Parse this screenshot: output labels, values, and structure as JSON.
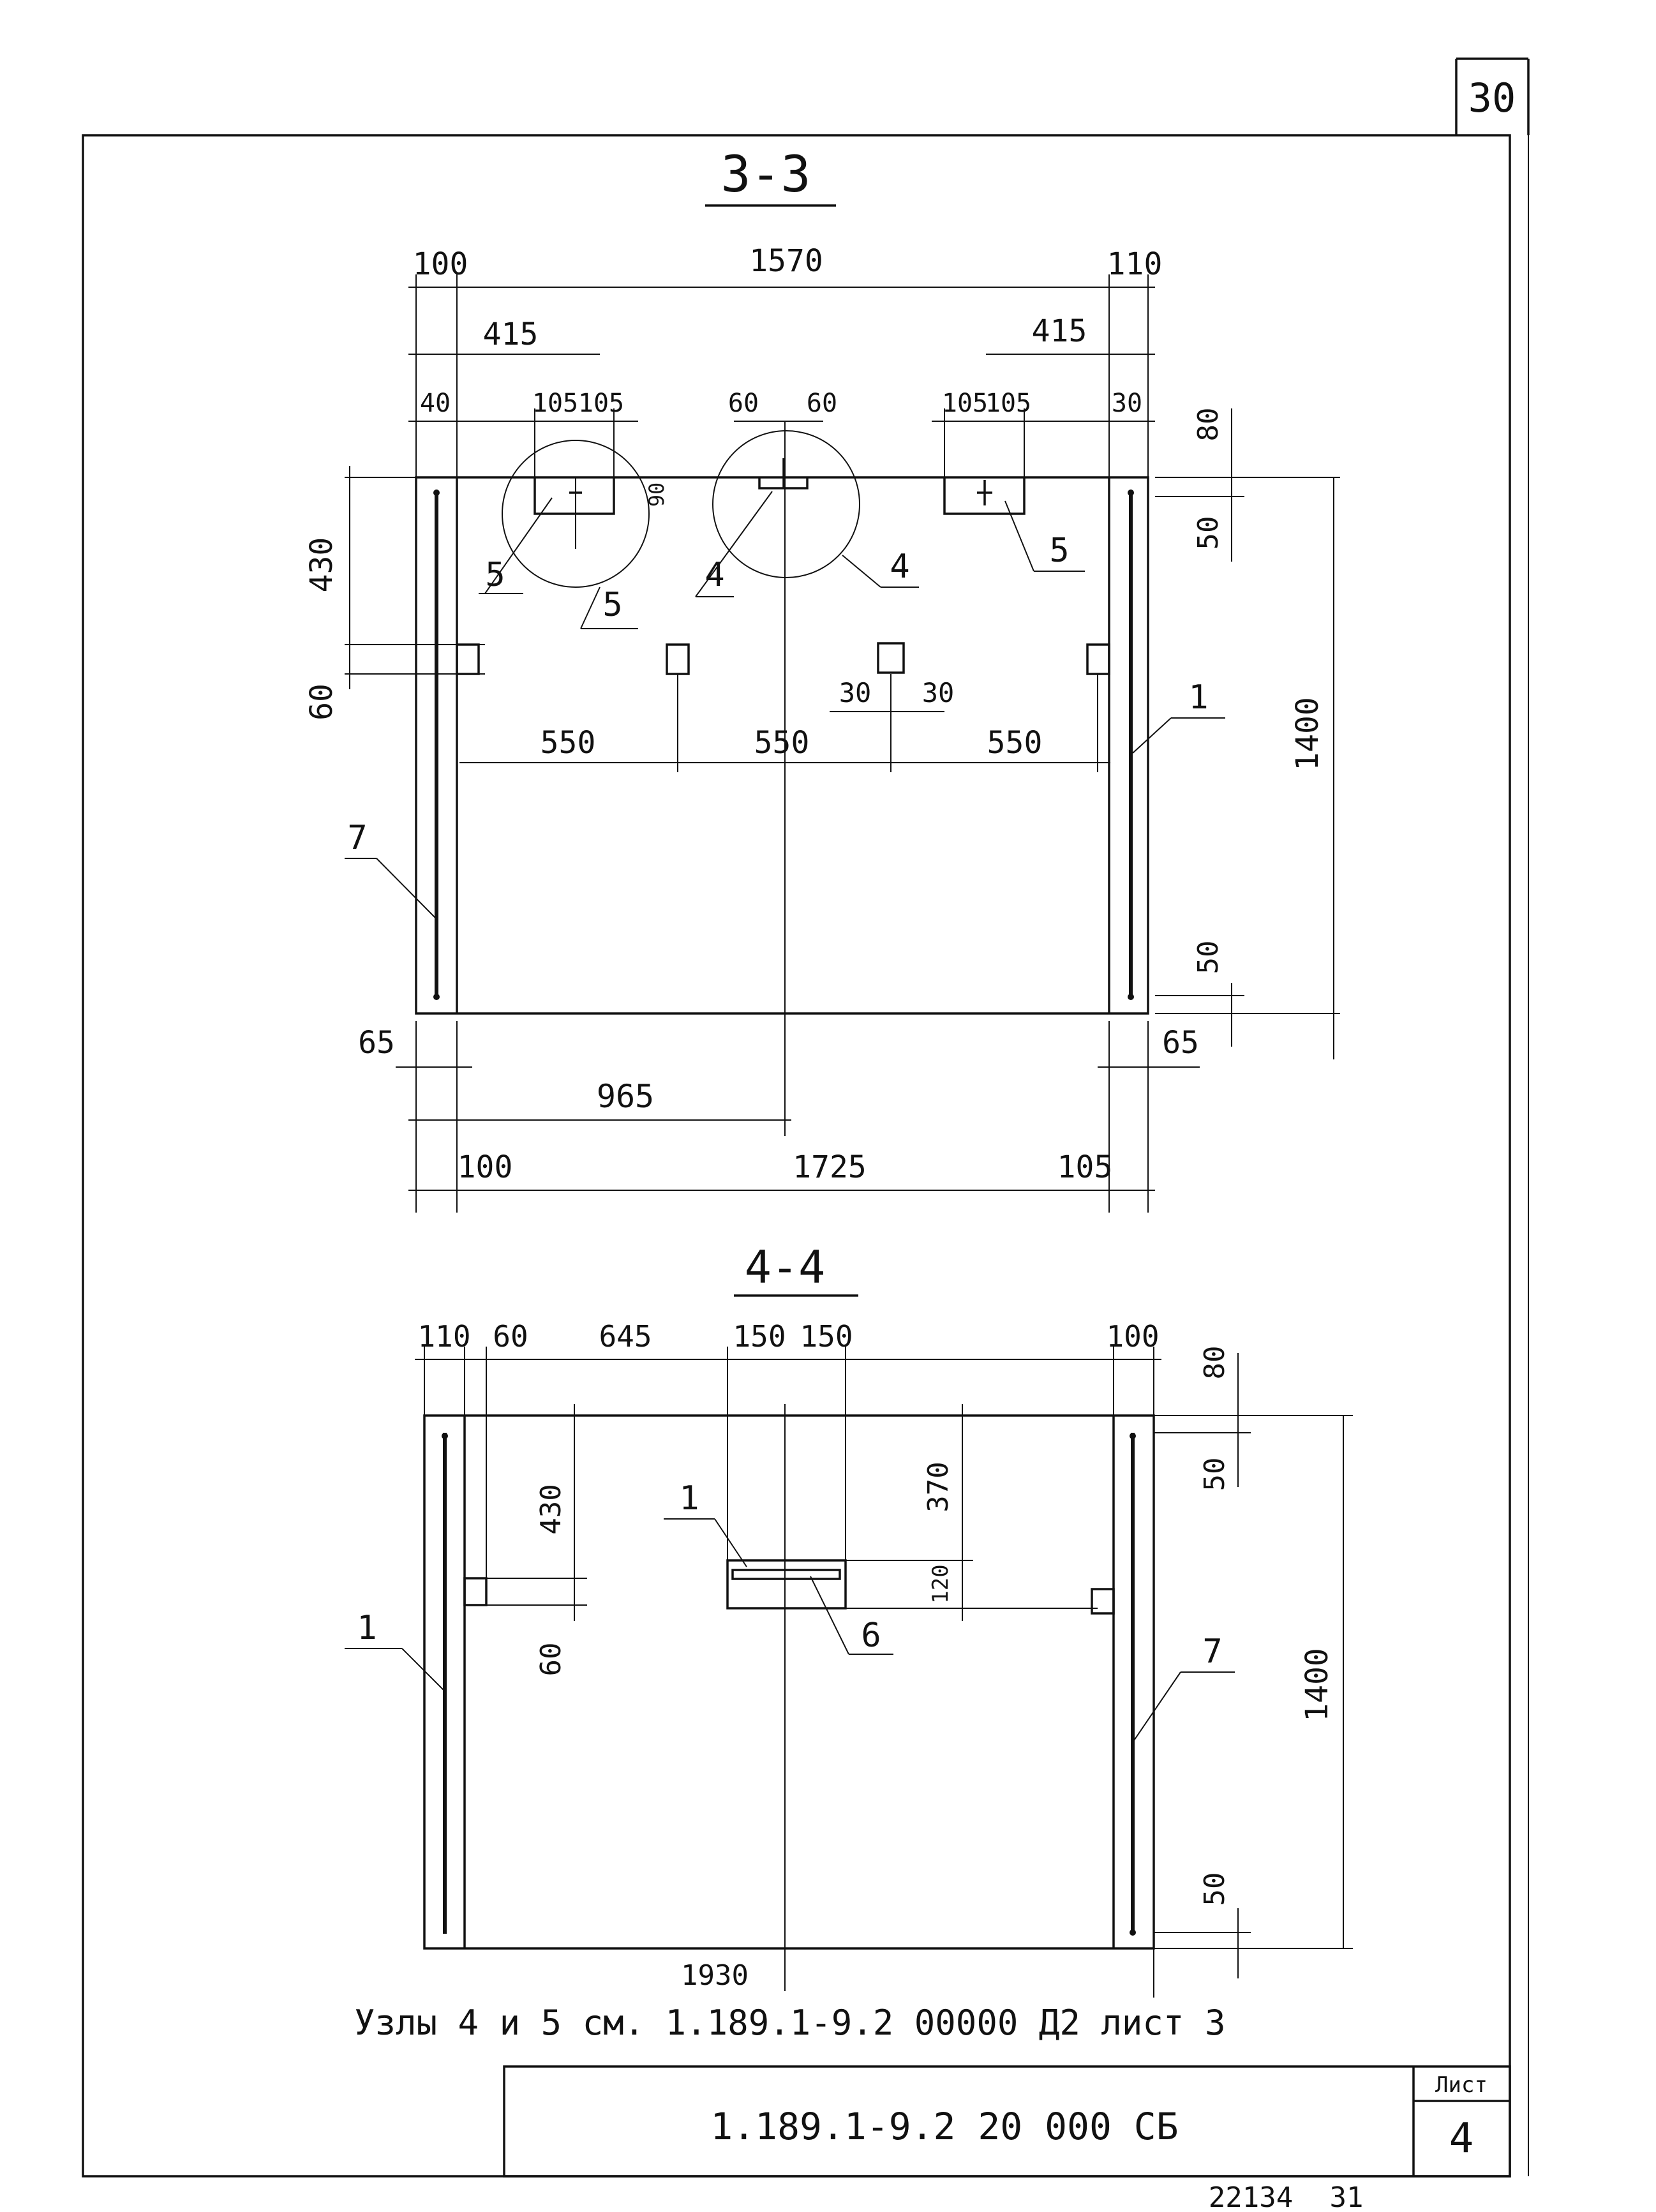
{
  "sheet": {
    "page_number": "30",
    "list_label": "Лист",
    "list_number": "4",
    "designation": "1.189.1-9.2 20 000 СБ",
    "archive_number": "22134",
    "archive_page": "31",
    "note": "Узлы 4 и 5 см. 1.189.1-9.2 00000 Д2 лист 3"
  },
  "section_33": {
    "title": "3-3",
    "dims": {
      "top_left": "100",
      "top_total": "1570",
      "top_right": "110",
      "left_415": "415",
      "right_415": "415",
      "d40": "40",
      "d105a": "105",
      "d105b": "105",
      "d60a": "60",
      "d60b": "60",
      "d105c": "105",
      "d105d": "105",
      "d30": "30",
      "d90": "90",
      "r80": "80",
      "r50_top": "50",
      "r1400": "1400",
      "r50_bot": "50",
      "l430": "430",
      "l60": "60",
      "s550a": "550",
      "s550b": "550",
      "s550c": "550",
      "s30a": "30",
      "s30b": "30",
      "b65l": "65",
      "b65r": "65",
      "b965": "965",
      "b100": "100",
      "b1725": "1725",
      "b105": "105"
    },
    "callouts": {
      "c5a": "5",
      "c5b": "5",
      "c5c": "5",
      "c4a": "4",
      "c4b": "4",
      "c1": "1",
      "c7": "7"
    }
  },
  "section_44": {
    "title": "4-4",
    "dims": {
      "t110": "110",
      "t60": "60",
      "t645": "645",
      "t150a": "150",
      "t150b": "150",
      "t100": "100",
      "r80": "80",
      "r50_top": "50",
      "r1400": "1400",
      "r50_bot": "50",
      "l430": "430",
      "l60": "60",
      "m370": "370",
      "m120": "120",
      "b1930": "1930"
    },
    "callouts": {
      "c1a": "1",
      "c1b": "1",
      "c6": "6",
      "c7": "7"
    }
  }
}
